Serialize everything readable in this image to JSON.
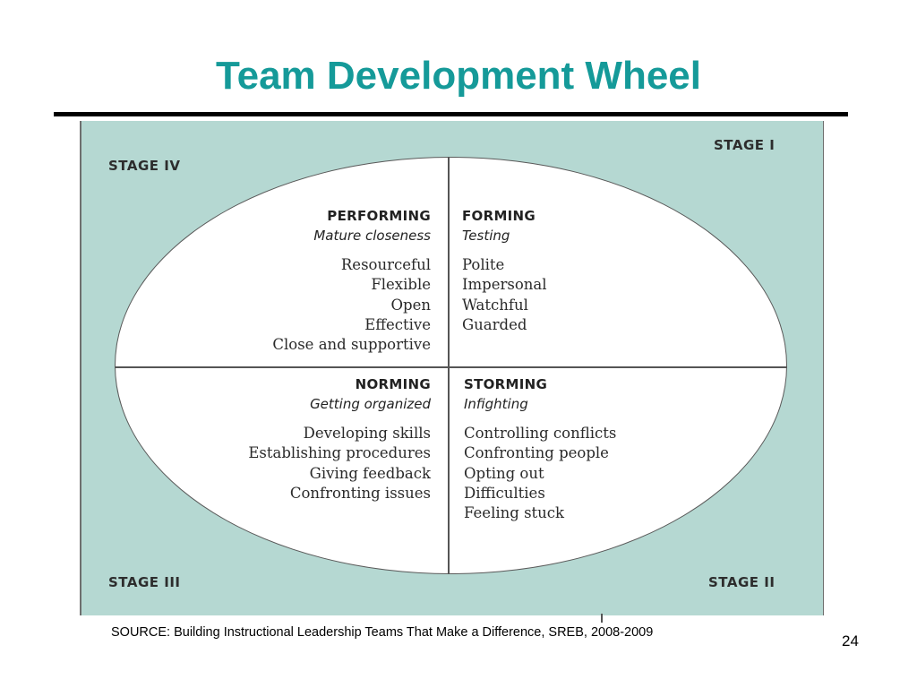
{
  "title": "Team Development Wheel",
  "stages": {
    "stage_1": "STAGE I",
    "stage_2": "STAGE II",
    "stage_3": "STAGE III",
    "stage_4": "STAGE IV"
  },
  "quadrants": {
    "performing": {
      "heading": "PERFORMING",
      "subtitle": "Mature closeness",
      "items": [
        "Resourceful",
        "Flexible",
        "Open",
        "Effective",
        "Close and supportive"
      ]
    },
    "forming": {
      "heading": "FORMING",
      "subtitle": "Testing",
      "items": [
        "Polite",
        "Impersonal",
        "Watchful",
        "Guarded"
      ]
    },
    "norming": {
      "heading": "NORMING",
      "subtitle": "Getting organized",
      "items": [
        "Developing skills",
        "Establishing procedures",
        "Giving feedback",
        "Confronting issues"
      ]
    },
    "storming": {
      "heading": "STORMING",
      "subtitle": "Infighting",
      "items": [
        "Controlling conflicts",
        "Confronting people",
        "Opting out",
        "Difficulties",
        "Feeling stuck"
      ]
    }
  },
  "source": "SOURCE:  Building Instructional Leadership Teams That Make a Difference, SREB, 2008-2009",
  "page_number": "24",
  "colors": {
    "title": "#159a99",
    "panel_background": "#b5d8d2",
    "wheel_fill": "#ffffff"
  }
}
